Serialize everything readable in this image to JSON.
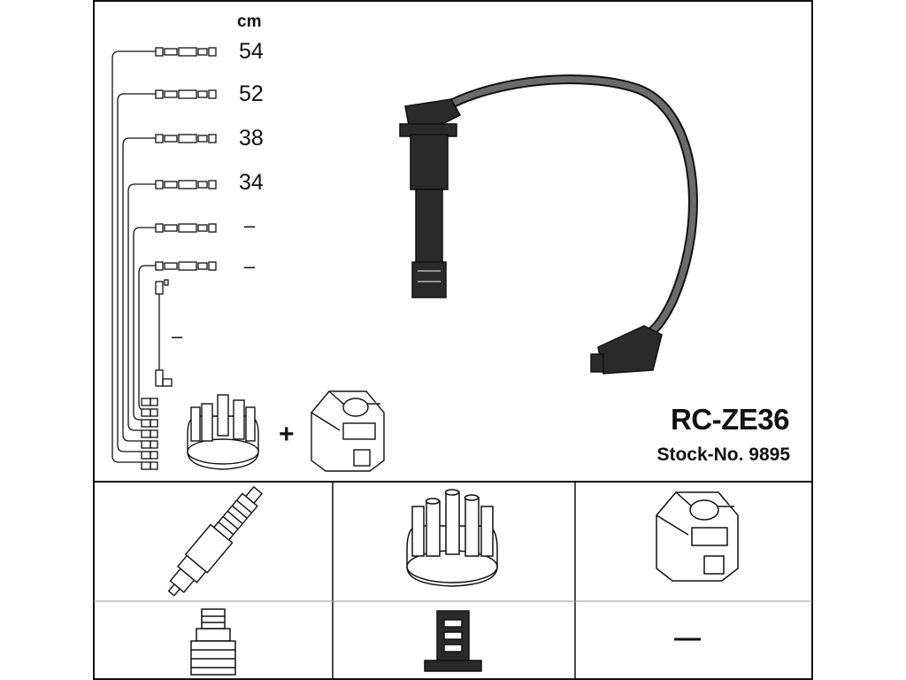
{
  "diagram": {
    "unit_label": "cm",
    "wire_lengths": [
      "54",
      "52",
      "38",
      "34",
      "–",
      "–"
    ],
    "coil_wire_length": "–",
    "plus_sign": "+",
    "model": "RC-ZE36",
    "stock_number": "Stock-No. 9895"
  },
  "parts_grid": {
    "rows": [
      [
        {
          "part": "spark-plug-icon"
        },
        {
          "part": "distributor-cap-icon"
        },
        {
          "part": "ignition-coil-icon"
        }
      ],
      [
        {
          "part": "plug-connector-icon"
        },
        {
          "part": "cap-terminal-icon"
        },
        {
          "part": "none",
          "text": "—"
        }
      ]
    ]
  },
  "colors": {
    "line": "#111111",
    "cable": "#6b6b6b",
    "boot": "#2a2a2a"
  }
}
